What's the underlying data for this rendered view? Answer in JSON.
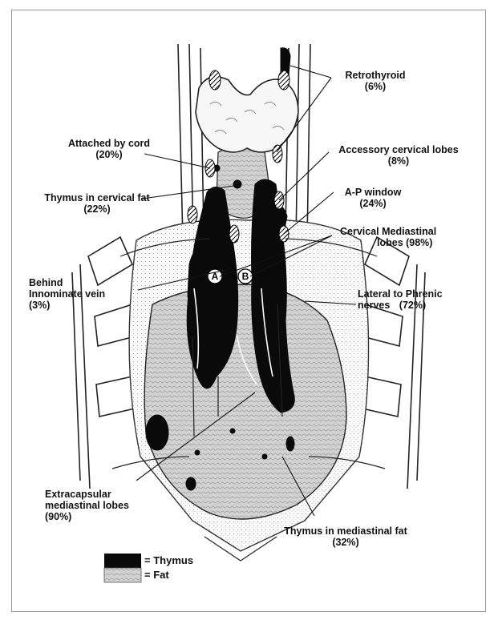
{
  "labels": {
    "retrothyroid": {
      "name": "Retrothyroid",
      "pct": "(6%)"
    },
    "attached_by_cord": {
      "name": "Attached by cord",
      "pct": "(20%)"
    },
    "accessory_cervical": {
      "name": "Accessory cervical lobes",
      "pct": "(8%)"
    },
    "thymus_cervical_fat": {
      "name": "Thymus in cervical fat",
      "pct": "(22%)"
    },
    "ap_window": {
      "name": "A-P window",
      "pct": "(24%)"
    },
    "cervical_mediastinal": {
      "name": "Cervical Mediastinal",
      "pct": "lobes (98%)"
    },
    "behind_innominate": {
      "line1": "Behind",
      "line2": "Innominate vein",
      "pct": "(3%)"
    },
    "lateral_phrenic": {
      "line1": "Lateral to Phrenic",
      "line2": "nerves",
      "pct": "(72%)"
    },
    "extracapsular": {
      "line1": "Extracapsular",
      "line2": "mediastinal lobes",
      "pct": "(90%)"
    },
    "thymus_mediastinal_fat": {
      "name": "Thymus in mediastinal fat",
      "pct": "(32%)"
    }
  },
  "lobe_markers": {
    "a": "A",
    "b": "B"
  },
  "legend": {
    "thymus": "= Thymus",
    "fat": "= Fat",
    "thymus_color": "#0a0a0a",
    "fat_color": "#c8c8c8"
  }
}
